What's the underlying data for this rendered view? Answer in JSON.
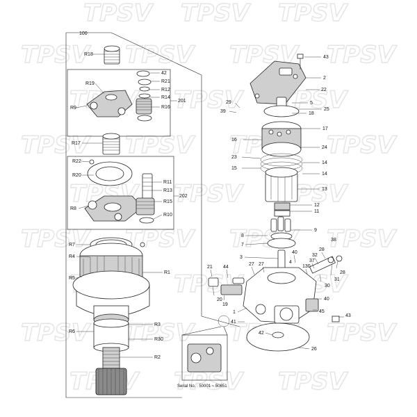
{
  "watermark": "TPSV",
  "assembly_label": "100",
  "serial_note": "Serial No. : 50001 ~ 50651",
  "colors": {
    "line": "#222222",
    "watermark": "#e4e4e4",
    "shade": "#cfcfcf"
  },
  "left_group": {
    "top_label": "R18",
    "sub_201": {
      "group": "201",
      "labels": [
        "42",
        "R21",
        "R12",
        "R14",
        "R16",
        "R19",
        "R9"
      ]
    },
    "sun_gear": "R17",
    "sub_202": {
      "group": "202",
      "labels": [
        "R22",
        "R20",
        "R11",
        "R13",
        "R15",
        "R8",
        "R10"
      ]
    },
    "lower_labels": [
      "R7",
      "R4",
      "R5",
      "R1",
      "R3",
      "R6",
      "R30",
      "R2"
    ]
  },
  "right_group": {
    "labels": [
      "43",
      "2",
      "22",
      "29",
      "39",
      "5",
      "18",
      "25",
      "17",
      "16",
      "24",
      "23",
      "14",
      "15",
      "14",
      "13",
      "12",
      "11",
      "9",
      "8",
      "7",
      "3",
      "40",
      "4",
      "38",
      "32",
      "28",
      "37",
      "130",
      "27",
      "21",
      "44",
      "31",
      "28",
      "30",
      "27",
      "20",
      "19",
      "40",
      "45",
      "1",
      "41",
      "43",
      "42",
      "26"
    ]
  }
}
